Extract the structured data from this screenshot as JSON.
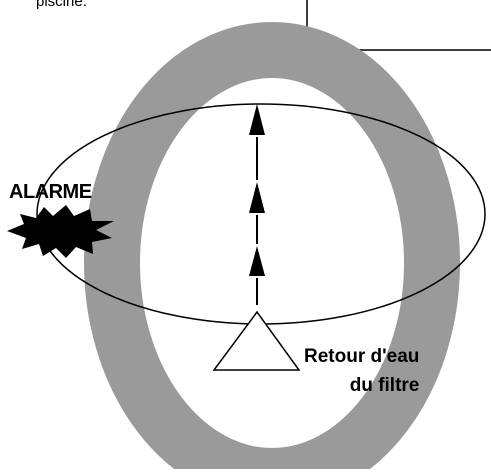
{
  "labels": {
    "top_caption": "piscine.",
    "alarm": "ALARME",
    "return_line_1": "Retour d'eau",
    "return_line_2": "du filtre"
  },
  "colors": {
    "ring": "#9a9a9a",
    "stroke": "#000000",
    "background": "#ffffff"
  },
  "icons": {
    "alarm_burst": "starburst-icon",
    "return_inlet": "triangle-icon",
    "flow_arrows": "arrow-up-icon"
  }
}
